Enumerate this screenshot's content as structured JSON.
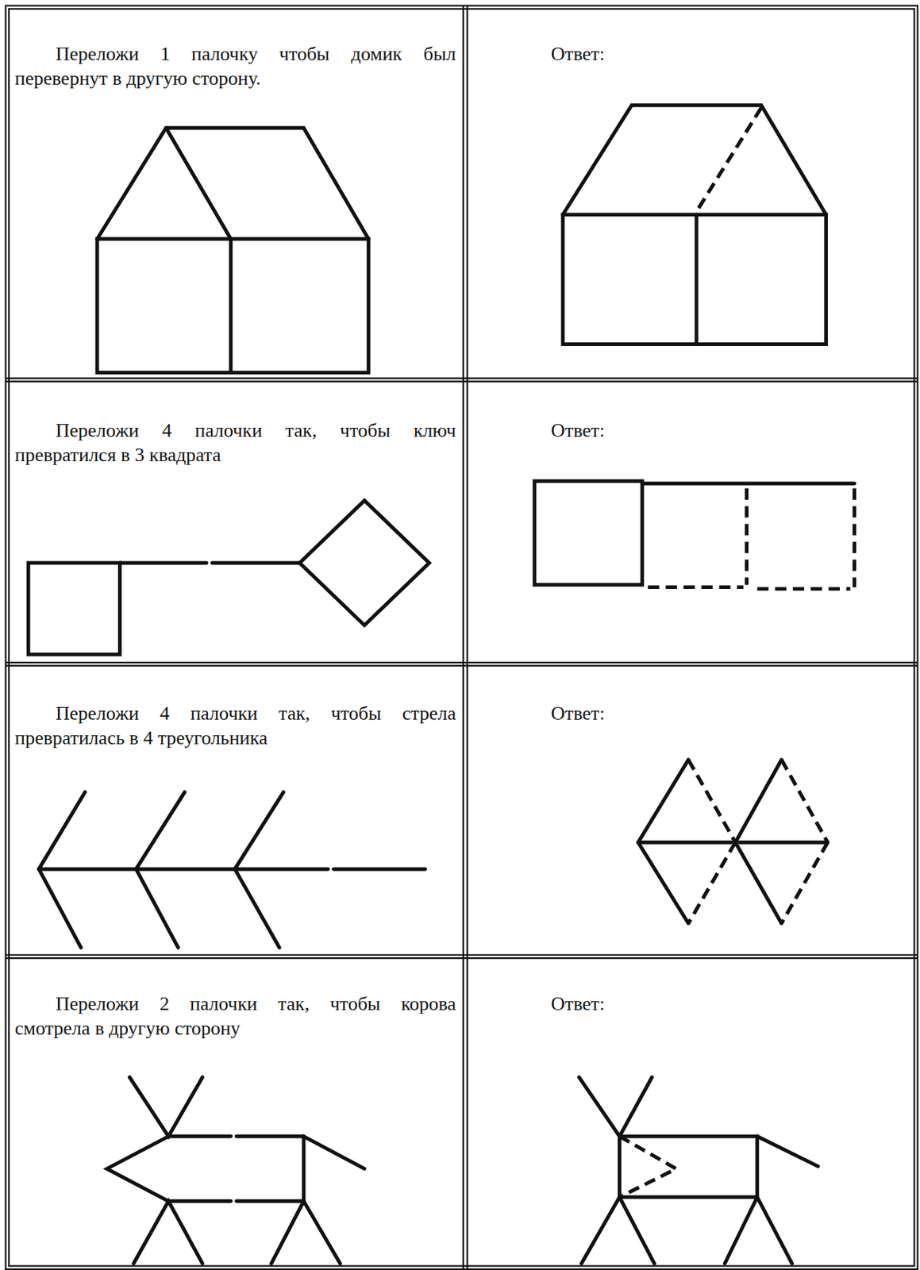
{
  "diagram": {
    "labels": [
      "Переложи 1 палочку чтобы домик был перевернут в другую сторону.",
      "Ответ:",
      "Переложи 4 палочки так, чтобы ключ превратился в 3 квадрата",
      "Ответ:",
      "Переложи 4 палочки так, чтобы стрела превратилась в 4 треугольника",
      "Ответ:",
      "Переложи 2 палочки так, чтобы корова смотрела в другую сторону",
      "Ответ:"
    ]
  }
}
